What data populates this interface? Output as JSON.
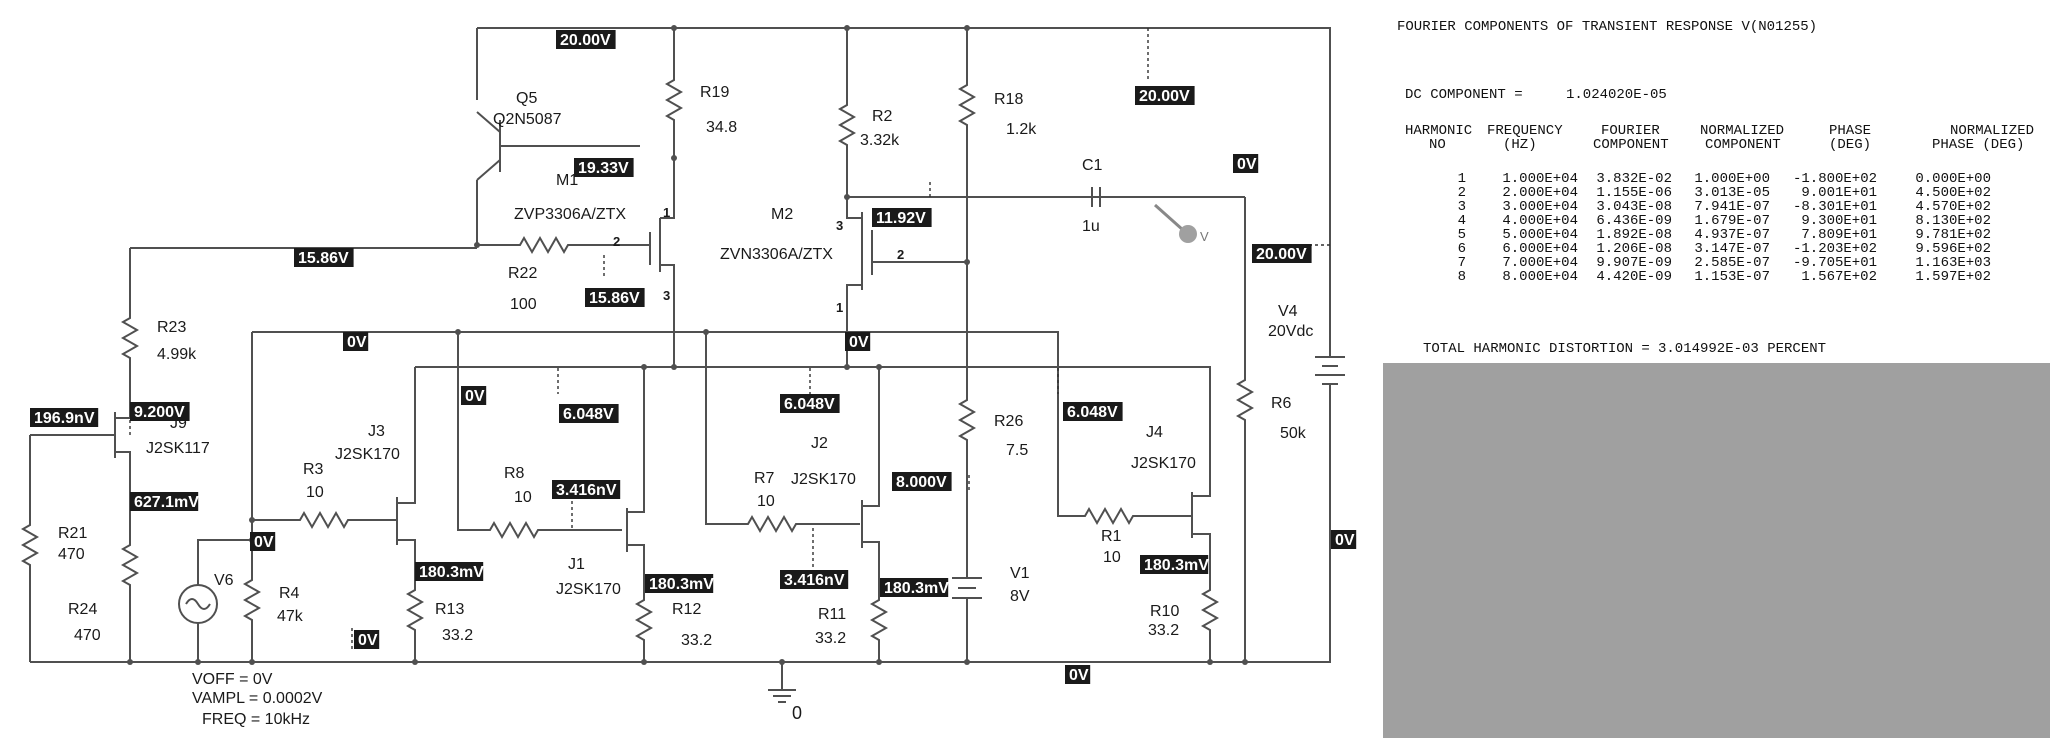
{
  "schematic": {
    "components": [
      {
        "id": "Q5",
        "name": "Q5",
        "part": "Q2N5087"
      },
      {
        "id": "M1",
        "name": "M1",
        "part": "ZVP3306A/ZTX"
      },
      {
        "id": "M2",
        "name": "M2",
        "part": "ZVN3306A/ZTX"
      },
      {
        "id": "R19",
        "name": "R19",
        "value": "34.8"
      },
      {
        "id": "R2",
        "name": "R2",
        "value": "3.32k"
      },
      {
        "id": "R18",
        "name": "R18",
        "value": "1.2k"
      },
      {
        "id": "R22",
        "name": "R22",
        "value": "100"
      },
      {
        "id": "R23",
        "name": "R23",
        "value": "4.99k"
      },
      {
        "id": "R21",
        "name": "R21",
        "value": "470"
      },
      {
        "id": "R24",
        "name": "R24",
        "value": "470"
      },
      {
        "id": "R3",
        "name": "R3",
        "value": "10"
      },
      {
        "id": "R4",
        "name": "R4",
        "value": "47k"
      },
      {
        "id": "R13",
        "name": "R13",
        "value": "33.2"
      },
      {
        "id": "R8",
        "name": "R8",
        "value": "10"
      },
      {
        "id": "R12",
        "name": "R12",
        "value": "33.2"
      },
      {
        "id": "R7",
        "name": "R7",
        "value": "10"
      },
      {
        "id": "R11",
        "name": "R11",
        "value": "33.2"
      },
      {
        "id": "R26",
        "name": "R26",
        "value": "7.5"
      },
      {
        "id": "R1",
        "name": "R1",
        "value": "10"
      },
      {
        "id": "R10",
        "name": "R10",
        "value": "33.2"
      },
      {
        "id": "R6",
        "name": "R6",
        "value": "50k"
      },
      {
        "id": "C1",
        "name": "C1",
        "value": "1u"
      },
      {
        "id": "J9",
        "name": "J9",
        "part": "J2SK117"
      },
      {
        "id": "J3",
        "name": "J3",
        "part": "J2SK170"
      },
      {
        "id": "J1",
        "name": "J1",
        "part": "J2SK170"
      },
      {
        "id": "J2",
        "name": "J2",
        "part": "J2SK170"
      },
      {
        "id": "J4",
        "name": "J4",
        "part": "J2SK170"
      },
      {
        "id": "V1",
        "name": "V1",
        "value": "8V"
      },
      {
        "id": "V4",
        "name": "V4",
        "value": "20Vdc"
      },
      {
        "id": "V6",
        "name": "V6"
      }
    ],
    "source_params": [
      "VOFF = 0V",
      "VAMPL = 0.0002V",
      "FREQ = 10kHz"
    ],
    "ground_label": "0",
    "probe_label": "V",
    "pin_labels": [
      "1",
      "2",
      "3",
      "1",
      "2",
      "3"
    ],
    "voltage_markers": [
      "20.00V",
      "19.33V",
      "15.86V",
      "15.86V",
      "11.92V",
      "0V",
      "20.00V",
      "20.00V",
      "0V",
      "0V",
      "6.048V",
      "6.048V",
      "6.048V",
      "0V",
      "196.9nV",
      "9.200V",
      "627.1mV",
      "0V",
      "3.416nV",
      "8.000V",
      "3.416nV",
      "180.3mV",
      "180.3mV",
      "180.3mV",
      "180.3mV",
      "0V",
      "0V",
      "0V"
    ]
  },
  "fourier": {
    "title": "FOURIER COMPONENTS OF TRANSIENT RESPONSE V(N01255)",
    "dc_label": "DC COMPONENT =",
    "dc_value": "1.024020E-05",
    "headers": [
      [
        "HARMONIC",
        "NO"
      ],
      [
        "FREQUENCY",
        "(HZ)"
      ],
      [
        "FOURIER",
        "COMPONENT"
      ],
      [
        "NORMALIZED",
        "COMPONENT"
      ],
      [
        "PHASE",
        "(DEG)"
      ],
      [
        "NORMALIZED",
        "PHASE (DEG)"
      ]
    ],
    "rows": [
      [
        "1",
        "1.000E+04",
        "3.832E-02",
        "1.000E+00",
        "-1.800E+02",
        "0.000E+00"
      ],
      [
        "2",
        "2.000E+04",
        "1.155E-06",
        "3.013E-05",
        "9.001E+01",
        "4.500E+02"
      ],
      [
        "3",
        "3.000E+04",
        "3.043E-08",
        "7.941E-07",
        "-8.301E+01",
        "4.570E+02"
      ],
      [
        "4",
        "4.000E+04",
        "6.436E-09",
        "1.679E-07",
        "9.300E+01",
        "8.130E+02"
      ],
      [
        "5",
        "5.000E+04",
        "1.892E-08",
        "4.937E-07",
        "7.809E+01",
        "9.781E+02"
      ],
      [
        "6",
        "6.000E+04",
        "1.206E-08",
        "3.147E-07",
        "-1.203E+02",
        "9.596E+02"
      ],
      [
        "7",
        "7.000E+04",
        "9.907E-09",
        "2.585E-07",
        "-9.705E+01",
        "1.163E+03"
      ],
      [
        "8",
        "8.000E+04",
        "4.420E-09",
        "1.153E-07",
        "1.567E+02",
        "1.597E+02"
      ]
    ],
    "thd_label": "TOTAL HARMONIC DISTORTION =",
    "thd_value": "3.014992E-03 PERCENT"
  }
}
